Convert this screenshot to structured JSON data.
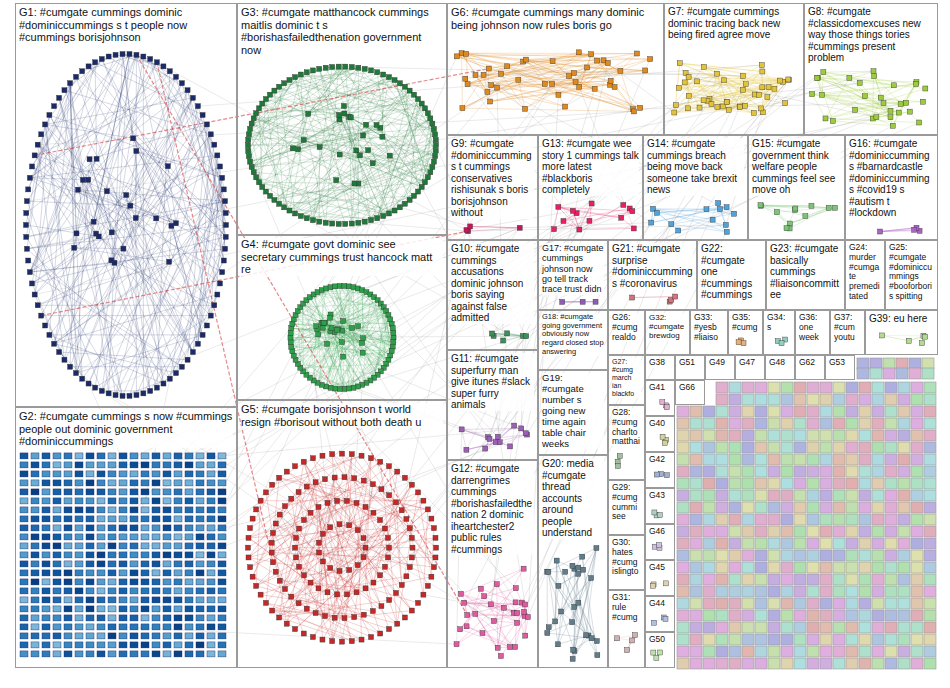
{
  "diagram": {
    "nodes": [
      {
        "text": [
          "G1: #cumgate cummings dominic #dominiccummings s t people now #cummings borisjohnson"
        ]
      },
      {
        "text": [
          "G3: #cumgate matthancock cummings maitlis dominic t s #borishasfailedthenation government now"
        ]
      },
      {
        "text": [
          "G6: #cumgate cummings many dominic being johnson now rules boris go"
        ]
      },
      {
        "text": [
          "G7: #cumgate cummings dominic tracing back new being fired agree move"
        ]
      },
      {
        "text": [
          "G8: #cumgate #classicdomexcuses new way those things tories #cummings present problem"
        ]
      },
      {
        "text": [
          "G9: #cumgate #dominiccummings t cummings conservatives rishisunak s boris borisjohnson without"
        ]
      },
      {
        "text": [
          "G13: #cumgate wee story 1 cummings talk more latest #blackboris completely"
        ]
      },
      {
        "text": [
          "G14: #cumgate cummings breach being move back someone take brexit news"
        ]
      },
      {
        "text": [
          "G15: #cumgate government think welfare people cummings feel see move oh"
        ]
      },
      {
        "text": [
          "G16: #cumgate #dominiccummings #barnardcastle #dominiccummings #covid19 s #autism t #lockdown"
        ]
      },
      {
        "text": [
          "G4: #cumgate govt dominic see secretary cummings trust hancock matt re"
        ]
      },
      {
        "text": [
          "G10: #cumgate cummings accusations dominic johnson boris saying against false admitted"
        ]
      },
      {
        "text": [
          "G17: #cumgate cummings johnson now go tell track trace trust didn"
        ]
      },
      {
        "text": [
          "G21: #cumgate surprise #dominiccummings #coronavirus"
        ]
      },
      {
        "text": [
          "G22: #cumgate one #cummings #cummings"
        ]
      },
      {
        "text": [
          "G23: #cumgate basically cummings #liaisoncommittee"
        ]
      },
      {
        "text": [
          "G24: murder #cumgate premeditated"
        ]
      },
      {
        "text": [
          "G25: #cumgate #dominiccummings #booforboris spitting"
        ]
      },
      {
        "text": [
          "G18: #cumgate going government obviously now regard closed stop answering"
        ]
      },
      {
        "text": [
          "G26: #cumg realdo"
        ]
      },
      {
        "text": [
          "G32: #cumgate brewdog"
        ]
      },
      {
        "text": [
          "G33: #yesb #liaiso"
        ]
      },
      {
        "text": [
          "G35: #cumg"
        ]
      },
      {
        "text": [
          "G34: s"
        ]
      },
      {
        "text": [
          "G36: one week"
        ]
      },
      {
        "text": [
          "G37: #cum youtu"
        ]
      },
      {
        "text": [
          "G39: eu here"
        ]
      },
      {
        "text": [
          "G27: #cumg march ian blackfo"
        ]
      },
      {
        "text": [
          "G38"
        ]
      },
      {
        "text": [
          "G51"
        ]
      },
      {
        "text": [
          "G49"
        ]
      },
      {
        "text": [
          "G47"
        ]
      },
      {
        "text": [
          "G48"
        ]
      },
      {
        "text": [
          "G62"
        ]
      },
      {
        "text": [
          "G53"
        ]
      },
      {
        "text": [
          "G11: #cumgate superfurry man give itunes #slack super furry animals"
        ]
      },
      {
        "text": [
          "G19: #cumgate number s going new time again table chair weeks"
        ]
      },
      {
        "text": [
          "G66"
        ]
      },
      {
        "text": [
          "G41"
        ]
      },
      {
        "text": [
          "G2: #cumgate cummings s now #cummings people out dominic government #dominiccummings"
        ]
      },
      {
        "text": [
          "G5: #cumgate borisjohnson t world resign #borisout without both death u"
        ]
      },
      {
        "text": [
          "G28: #cumg charlto matthai"
        ]
      },
      {
        "text": [
          "G40"
        ]
      },
      {
        "text": [
          "G42"
        ]
      },
      {
        "text": [
          "G12: #cumgate darrengrimes cummings #borishasfailedthenation 2 dominic iheartchester2 public rules #cummings"
        ]
      },
      {
        "text": [
          "G20: media #cumgate thread accounts around people understand"
        ]
      },
      {
        "text": [
          "G29: #cumg cummi see"
        ]
      },
      {
        "text": [
          "G43"
        ]
      },
      {
        "text": [
          "G46"
        ]
      },
      {
        "text": [
          "G30: hates #cumg islingto"
        ]
      },
      {
        "text": [
          "G45"
        ]
      },
      {
        "text": [
          "G44"
        ]
      },
      {
        "text": [
          "G31: rule #cumg"
        ]
      },
      {
        "text": [
          "G50"
        ]
      }
    ]
  }
}
